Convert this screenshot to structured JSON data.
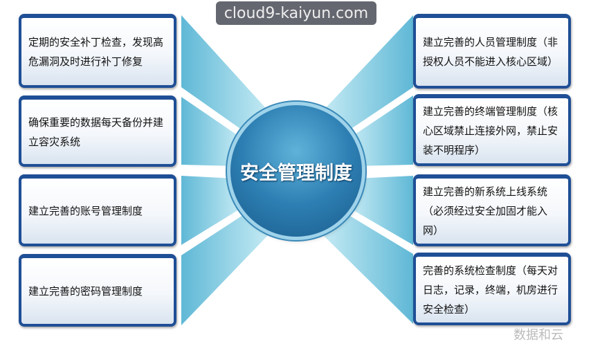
{
  "center": {
    "title": "安全管理制度"
  },
  "left_items": [
    {
      "text": "定期的安全补丁检查，发现高危漏洞及时进行补丁修复"
    },
    {
      "text": "确保重要的数据每天备份并建立容灾系统"
    },
    {
      "text": "建立完善的账号管理制度"
    },
    {
      "text": "建立完善的密码管理制度"
    }
  ],
  "right_items": [
    {
      "text": "建立完善的人员管理制度（非授权人员不能进入核心区域）"
    },
    {
      "text": "建立完善的终端管理制度（核心区域禁止连接外网，禁止安装不明程序）"
    },
    {
      "text": "建立完善的新系统上线系统（必须经过安全加固才能入网）"
    },
    {
      "text": "完善的系统检查制度（每天对日志，记录，终端，机房进行安全检查）"
    }
  ],
  "watermarks": {
    "overlay": "cloud9-kaiyun.com",
    "corner": "数据和云"
  },
  "colors": {
    "box_border": "#1f4f96",
    "circle": "#2d7fb3",
    "beam": "#8fd0e4"
  }
}
